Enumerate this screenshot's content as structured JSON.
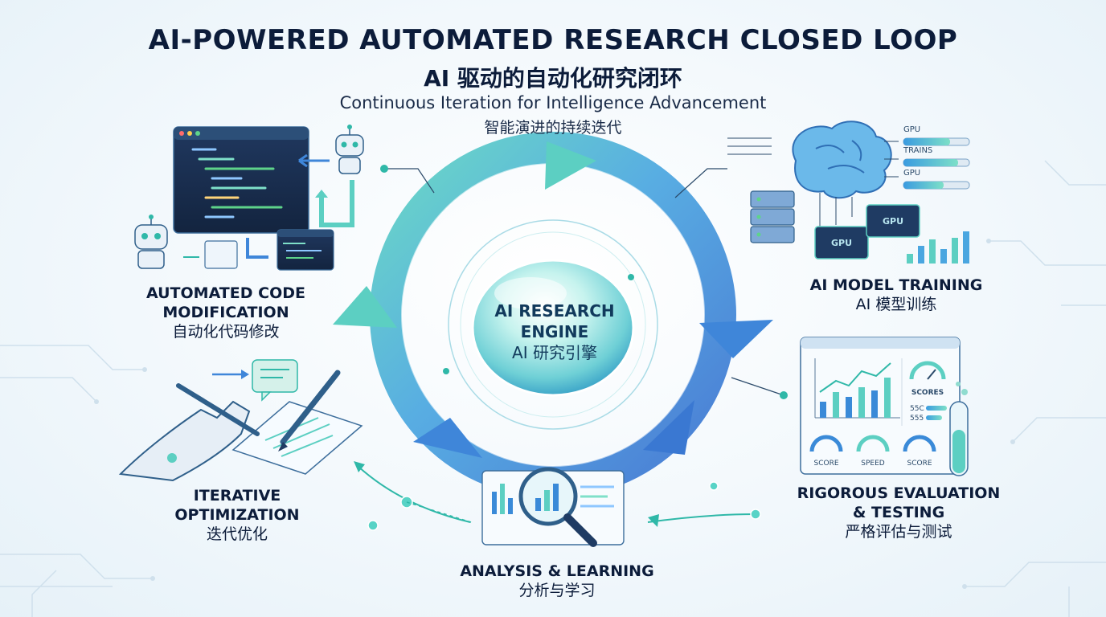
{
  "header": {
    "title": "AI-POWERED AUTOMATED RESEARCH CLOSED LOOP",
    "title_cn": "AI 驱动的自动化研究闭环",
    "subtitle": "Continuous Iteration for Intelligence Advancement",
    "subtitle_cn": "智能演进的持续迭代"
  },
  "center": {
    "line1": "AI RESEARCH",
    "line2": "ENGINE",
    "line3": "AI 研究引擎"
  },
  "stages": {
    "code": {
      "en1": "AUTOMATED CODE",
      "en2": "MODIFICATION",
      "cn": "自动化代码修改"
    },
    "training": {
      "en1": "AI MODEL TRAINING",
      "cn": "AI 模型训练"
    },
    "evaluation": {
      "en1": "RIGOROUS EVALUATION",
      "en2": "& TESTING",
      "cn": "严格评估与测试"
    },
    "analysis": {
      "en1": "ANALYSIS & LEARNING",
      "cn": "分析与学习"
    },
    "optimization": {
      "en1": "ITERATIVE",
      "en2": "OPTIMIZATION",
      "cn": "迭代优化"
    }
  },
  "training_panel": {
    "bars": [
      "GPU",
      "TRAINS",
      "GPU"
    ],
    "chip_label": "GPU"
  },
  "evaluation_panel": {
    "scores_label": "SCORES",
    "score_rows": [
      "55C",
      "555"
    ],
    "gauges": [
      "SCORE",
      "SPEED",
      "SCORE"
    ]
  },
  "colors": {
    "ring_blue": "#3f86d9",
    "ring_teal": "#5fd6c0",
    "accent": "#2fb8a8",
    "dark_text": "#0c1c3a"
  },
  "icons": [
    "robot-icon",
    "code-window-icon",
    "brain-icon",
    "server-icon",
    "gpu-chip-icon",
    "magnifier-icon",
    "dashboard-icon",
    "test-tube-icon",
    "chat-bubble-icon",
    "pen-icon",
    "robot-hand-icon"
  ]
}
